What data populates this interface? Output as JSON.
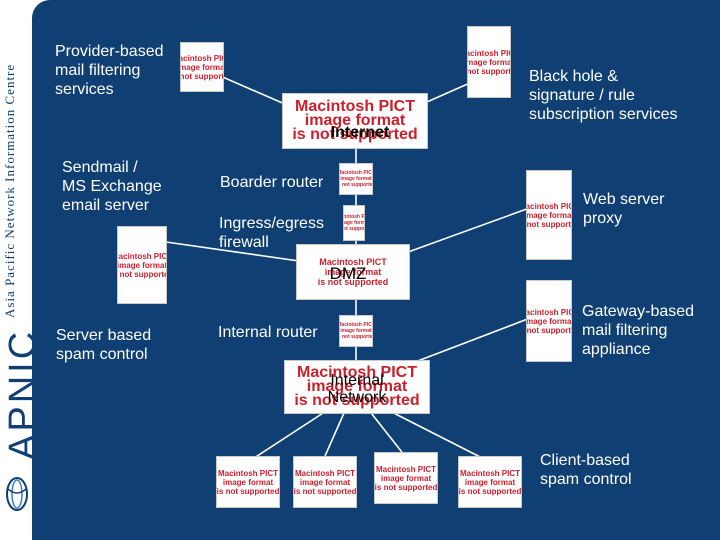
{
  "sidebar": {
    "org_name": "Asia Pacific Network Information Centre",
    "logo_text": "APNIC"
  },
  "diagram": {
    "labels": {
      "provider": "Provider-based\nmail filtering\nservices",
      "sendmail": "Sendmail /\nMS Exchange\nemail server",
      "server_spam": "Server based\nspam control",
      "blackhole": "Black hole &\nsignature / rule\nsubscription services",
      "border_router": "Boarder router",
      "ingress": "Ingress/egress\nfirewall",
      "web_proxy": "Web server\nproxy",
      "internal_router": "Internal router",
      "gateway": "Gateway-based\nmail filtering\nappliance",
      "client_spam": "Client-based\nspam control"
    },
    "nodes": {
      "internet": "Internet",
      "dmz": "DMZ",
      "internal_network": "Internal\nNetwork"
    },
    "placeholder": {
      "line1": "Macintosh PICT",
      "line2": "image format",
      "line3": "is not supported"
    }
  },
  "colors": {
    "panel": "#0f3f73",
    "line": "#ffffff",
    "placeholder_text": "#cc1f2c"
  }
}
